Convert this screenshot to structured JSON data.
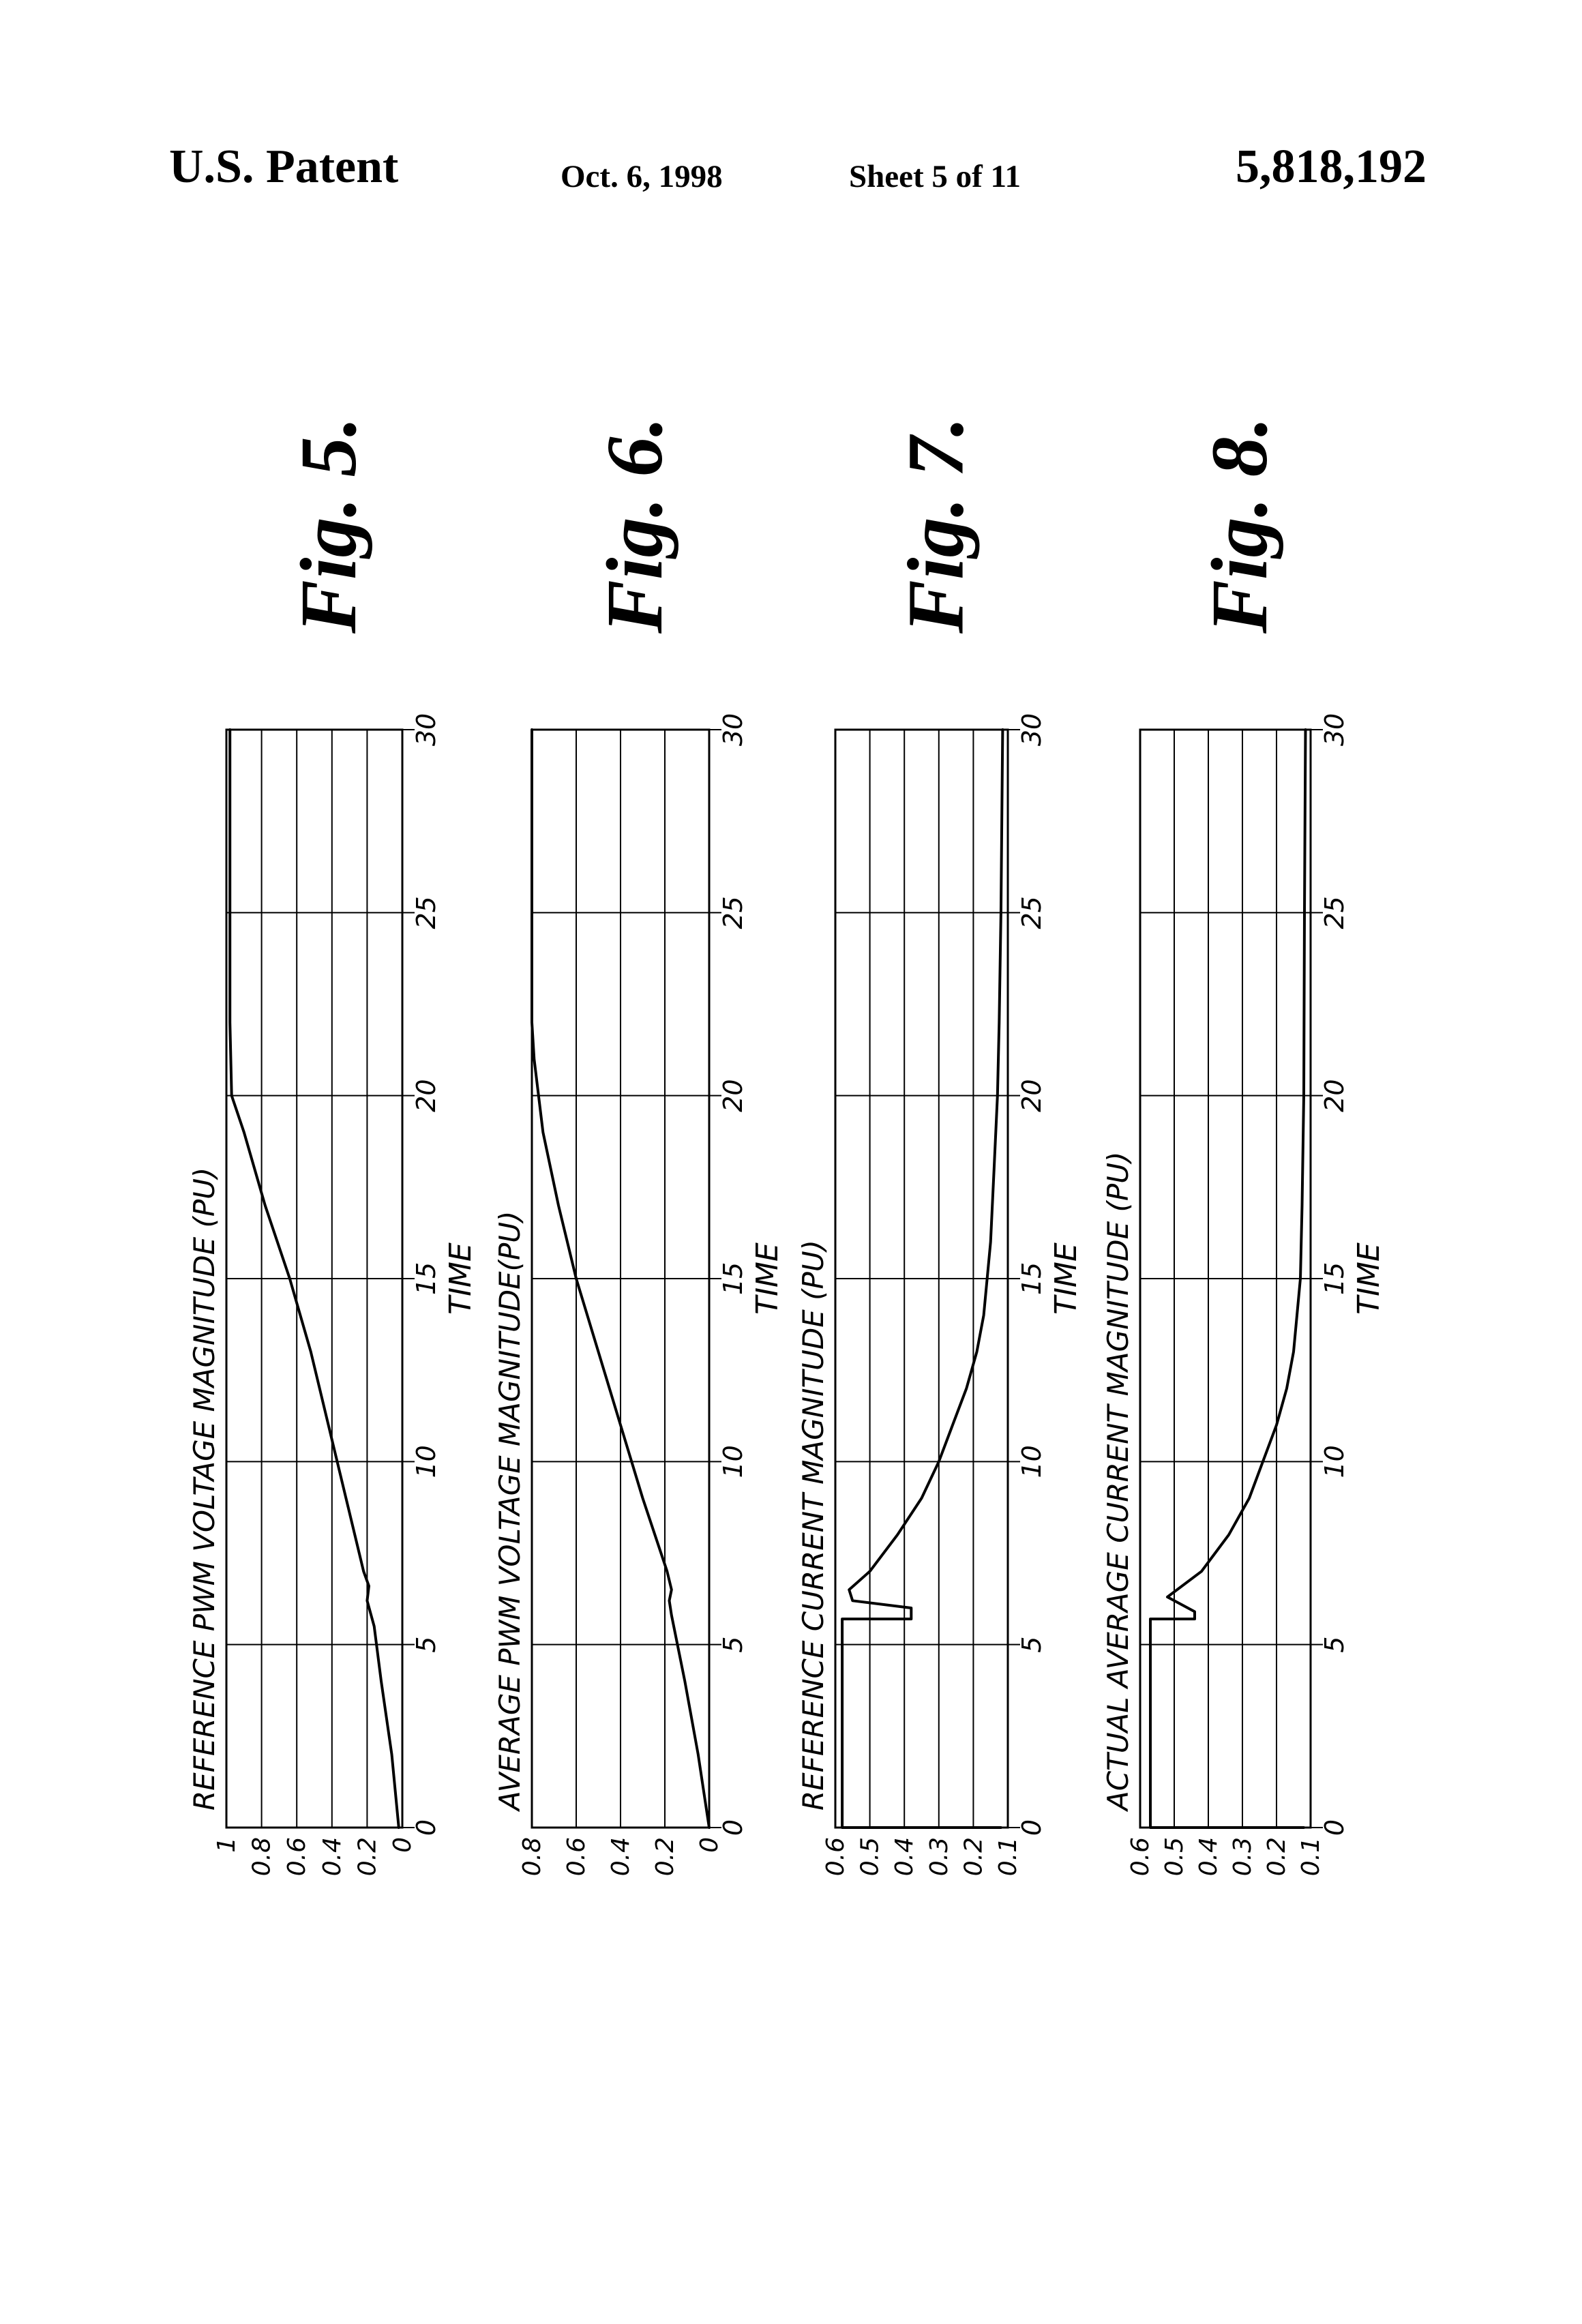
{
  "header": {
    "title": "U.S. Patent",
    "date": "Oct. 6, 1998",
    "sheet": "Sheet 5 of 11",
    "patent_number": "5,818,192"
  },
  "colors": {
    "ink": "#000000",
    "paper": "#ffffff"
  },
  "chart_data": [
    {
      "type": "line",
      "figure_label": "Fig. 5.",
      "ylabel": "REFERENCE PWM VOLTAGE MAGNITUDE (PU)",
      "xlabel": "TIME",
      "xlim": [
        0,
        30
      ],
      "ylim": [
        0,
        1
      ],
      "x_ticks": [
        "0",
        "5",
        "10",
        "15",
        "20",
        "25",
        "30"
      ],
      "y_ticks": [
        "0",
        "0.2",
        "0.4",
        "0.6",
        "0.8",
        "1"
      ],
      "grid": true,
      "series": [
        {
          "x": [
            0,
            2,
            4,
            5.5,
            6.2,
            6.6,
            7,
            9,
            11,
            13,
            15,
            17,
            19,
            20,
            22,
            25,
            30
          ],
          "y": [
            0.02,
            0.06,
            0.12,
            0.16,
            0.2,
            0.19,
            0.22,
            0.32,
            0.42,
            0.52,
            0.64,
            0.78,
            0.9,
            0.97,
            0.98,
            0.98,
            0.98
          ]
        }
      ]
    },
    {
      "type": "line",
      "figure_label": "Fig. 6.",
      "ylabel": "AVERAGE PWM VOLTAGE MAGNITUDE(PU)",
      "xlabel": "TIME",
      "xlim": [
        0,
        30
      ],
      "ylim": [
        0,
        0.8
      ],
      "x_ticks": [
        "0",
        "5",
        "10",
        "15",
        "20",
        "25",
        "30"
      ],
      "y_ticks": [
        "0",
        "0.2",
        "0.4",
        "0.6",
        "0.8"
      ],
      "grid": true,
      "series": [
        {
          "x": [
            0,
            2,
            4,
            5.8,
            6.2,
            6.5,
            7,
            9,
            11,
            13,
            15,
            17,
            19,
            21,
            22,
            25,
            30
          ],
          "y": [
            0.0,
            0.05,
            0.11,
            0.17,
            0.18,
            0.17,
            0.19,
            0.3,
            0.4,
            0.5,
            0.6,
            0.68,
            0.75,
            0.79,
            0.8,
            0.8,
            0.8
          ]
        }
      ]
    },
    {
      "type": "line",
      "figure_label": "Fig. 7.",
      "ylabel": "REFERENCE CURRENT MAGNITUDE (PU)",
      "xlabel": "TIME",
      "xlim": [
        0,
        30
      ],
      "ylim": [
        0.1,
        0.6
      ],
      "x_ticks": [
        "0",
        "5",
        "10",
        "15",
        "20",
        "25",
        "30"
      ],
      "y_ticks": [
        "0.1",
        "0.2",
        "0.3",
        "0.4",
        "0.5",
        "0.6"
      ],
      "grid": true,
      "series": [
        {
          "x": [
            0,
            0,
            5.7,
            5.7,
            6.0,
            6.2,
            6.5,
            7,
            8,
            9,
            10,
            11,
            12,
            13,
            14,
            16,
            18,
            20,
            22,
            25,
            30
          ],
          "y": [
            0.12,
            0.58,
            0.58,
            0.38,
            0.38,
            0.55,
            0.56,
            0.5,
            0.42,
            0.35,
            0.3,
            0.26,
            0.22,
            0.19,
            0.17,
            0.15,
            0.14,
            0.13,
            0.125,
            0.12,
            0.115
          ]
        }
      ]
    },
    {
      "type": "line",
      "figure_label": "Fig. 8.",
      "ylabel": "ACTUAL AVERAGE CURRENT MAGNITUDE (PU)",
      "xlabel": "TIME",
      "xlim": [
        0,
        30
      ],
      "ylim": [
        0.1,
        0.6
      ],
      "x_ticks": [
        "0",
        "5",
        "10",
        "15",
        "20",
        "25",
        "30"
      ],
      "y_ticks": [
        "0.1",
        "0.2",
        "0.3",
        "0.4",
        "0.5",
        "0.6"
      ],
      "grid": true,
      "series": [
        {
          "x": [
            0,
            0,
            5.7,
            5.7,
            5.9,
            6.3,
            7,
            8,
            9,
            10,
            11,
            12,
            13,
            14,
            15,
            17,
            20,
            25,
            30
          ],
          "y": [
            0.12,
            0.57,
            0.57,
            0.44,
            0.44,
            0.52,
            0.42,
            0.34,
            0.28,
            0.24,
            0.2,
            0.17,
            0.15,
            0.14,
            0.13,
            0.125,
            0.12,
            0.118,
            0.115
          ]
        }
      ]
    }
  ]
}
